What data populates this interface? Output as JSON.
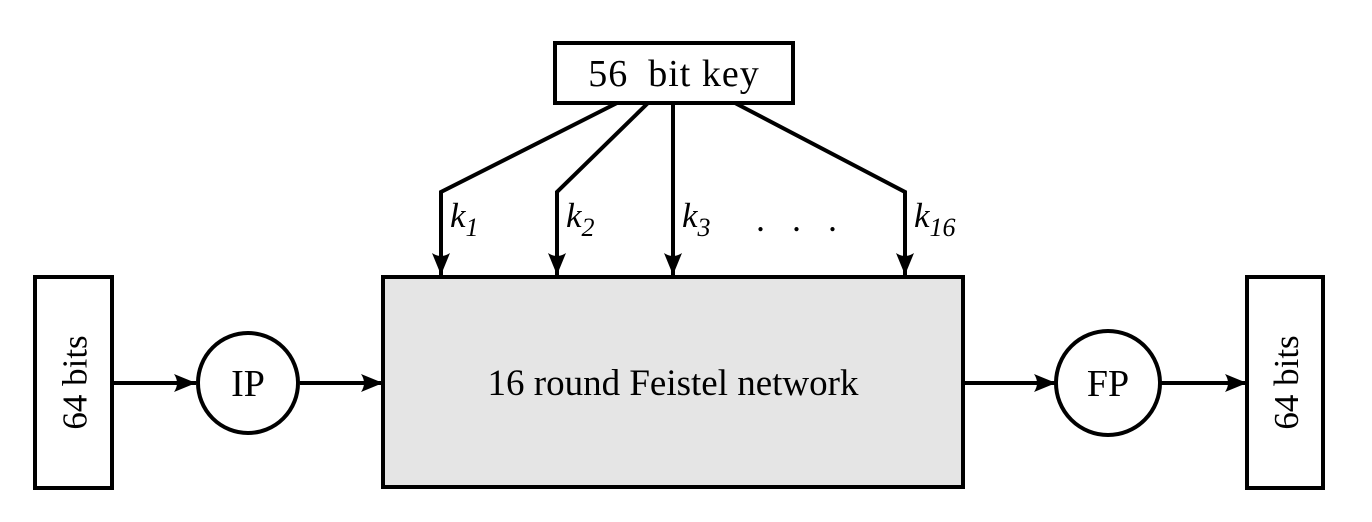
{
  "diagram": {
    "key_box": {
      "label": "56 bit key"
    },
    "round_key_labels": [
      {
        "base": "k",
        "sub": "1"
      },
      {
        "base": "k",
        "sub": "2"
      },
      {
        "base": "k",
        "sub": "3"
      },
      {
        "base": "k",
        "sub": "16"
      }
    ],
    "ellipsis": ". . .",
    "input_box": {
      "label": "64 bits"
    },
    "ip_node": {
      "label": "IP"
    },
    "feistel_box": {
      "label": "16 round Feistel network"
    },
    "fp_node": {
      "label": "FP"
    },
    "output_box": {
      "label": "64 bits"
    },
    "colors": {
      "line": "#000000",
      "feistel_fill": "#e5e5e5",
      "node_fill": "#ffffff",
      "background": "#ffffff"
    }
  }
}
